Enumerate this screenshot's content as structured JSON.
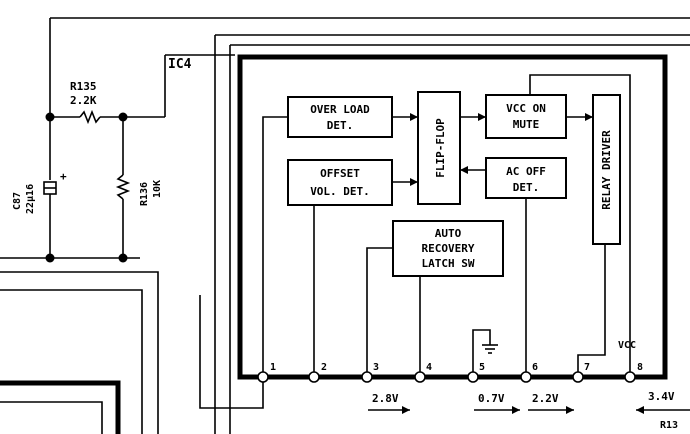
{
  "ic": {
    "name": "IC4"
  },
  "components": {
    "r135": {
      "ref": "R135",
      "value": "2.2K"
    },
    "r136": {
      "ref": "R136",
      "value": "10K"
    },
    "c87": {
      "ref": "C87",
      "value": "22µ16",
      "polarity": "+"
    }
  },
  "blocks": {
    "overload": {
      "line1": "OVER LOAD",
      "line2": "DET."
    },
    "offset": {
      "line1": "OFFSET",
      "line2": "VOL. DET."
    },
    "flipflop": {
      "label": "FLIP-FLOP"
    },
    "vccon": {
      "line1": "VCC ON",
      "line2": "MUTE"
    },
    "acoff": {
      "line1": "AC OFF",
      "line2": "DET."
    },
    "relay": {
      "label": "RELAY DRIVER"
    },
    "auto": {
      "line1": "AUTO",
      "line2": "RECOVERY",
      "line3": "LATCH SW"
    }
  },
  "pins": [
    "1",
    "2",
    "3",
    "4",
    "5",
    "6",
    "7",
    "8"
  ],
  "pin8_label": "VCC",
  "voltages": {
    "pin3": "2.8V",
    "pin5": "0.7V",
    "pin6": "2.2V",
    "pin8": "3.4V"
  },
  "partial_ref": "R13"
}
